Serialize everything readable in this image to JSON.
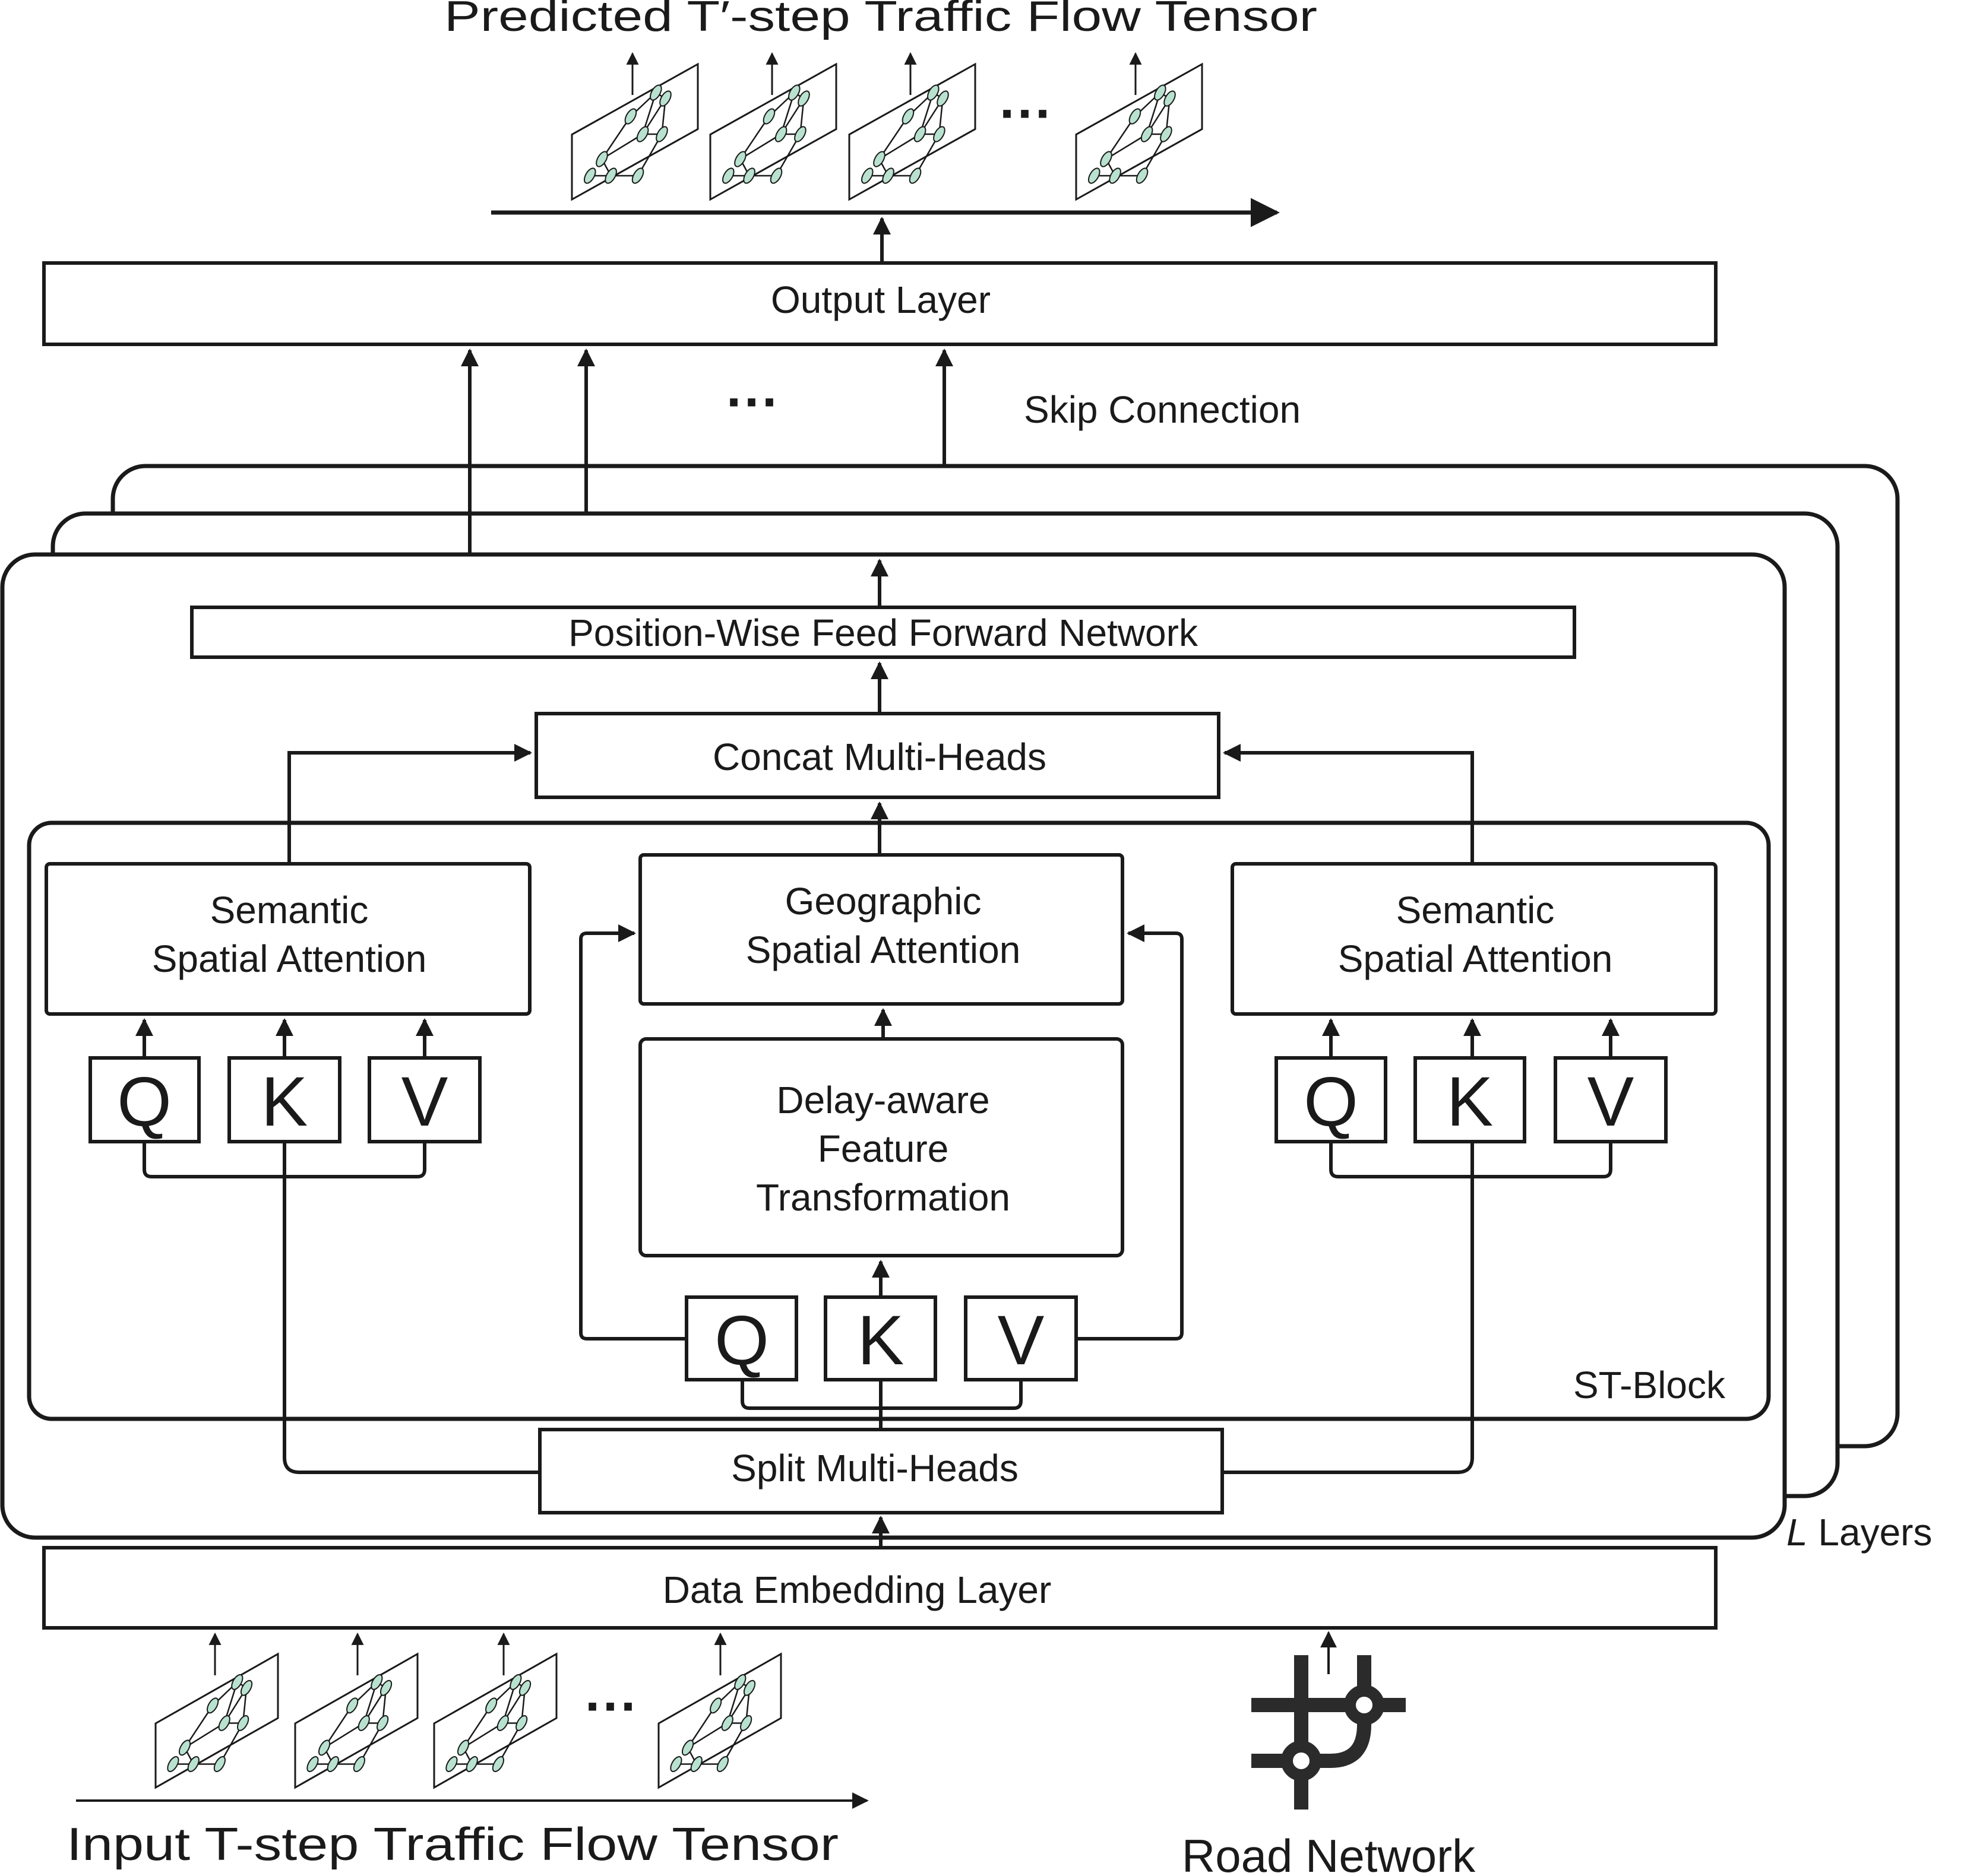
{
  "title_top": "Predicted T′-step Traffic Flow Tensor",
  "title_bottom": "Input T-step Traffic Flow Tensor",
  "road_network_label": "Road Network",
  "ellipsis": "…",
  "output_layer": "Output Layer",
  "skip_connection": "Skip Connection",
  "ffn": "Position-Wise Feed Forward Network",
  "concat": "Concat Multi-Heads",
  "split": "Split Multi-Heads",
  "embedding": "Data Embedding Layer",
  "st_block": "ST-Block",
  "layers_label": {
    "italic": "L",
    "text": " Layers"
  },
  "semantic_left": {
    "line1": "Semantic",
    "line2": "Spatial Attention"
  },
  "semantic_right": {
    "line1": "Semantic",
    "line2": "Spatial Attention"
  },
  "geographic": {
    "line1": "Geographic",
    "line2": "Spatial Attention"
  },
  "delay": {
    "line1": "Delay-aware",
    "line2": "Feature",
    "line3": "Transformation"
  },
  "qkv": {
    "q": "Q",
    "k": "K",
    "v": "V"
  },
  "colors": {
    "node_fill": "#b8e2cf",
    "ink": "#1a1a1a",
    "icon": "#2b2b2b"
  },
  "tensor_frames": {
    "predicted_count_shown": 4,
    "input_count_shown": 4
  }
}
